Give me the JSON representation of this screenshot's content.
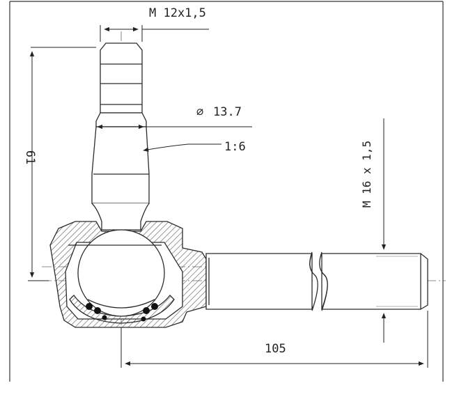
{
  "drawing": {
    "dimensions": {
      "thread_top": "M 12x1,5",
      "diameter_symbol": "⌀",
      "diameter_value": "13.7",
      "taper": "1:6",
      "height": "61",
      "thread_side": "M 16 x 1,5",
      "length": "105"
    },
    "colors": {
      "line": "#2a2a2a",
      "hatch": "#555555",
      "background": "#ffffff"
    }
  }
}
